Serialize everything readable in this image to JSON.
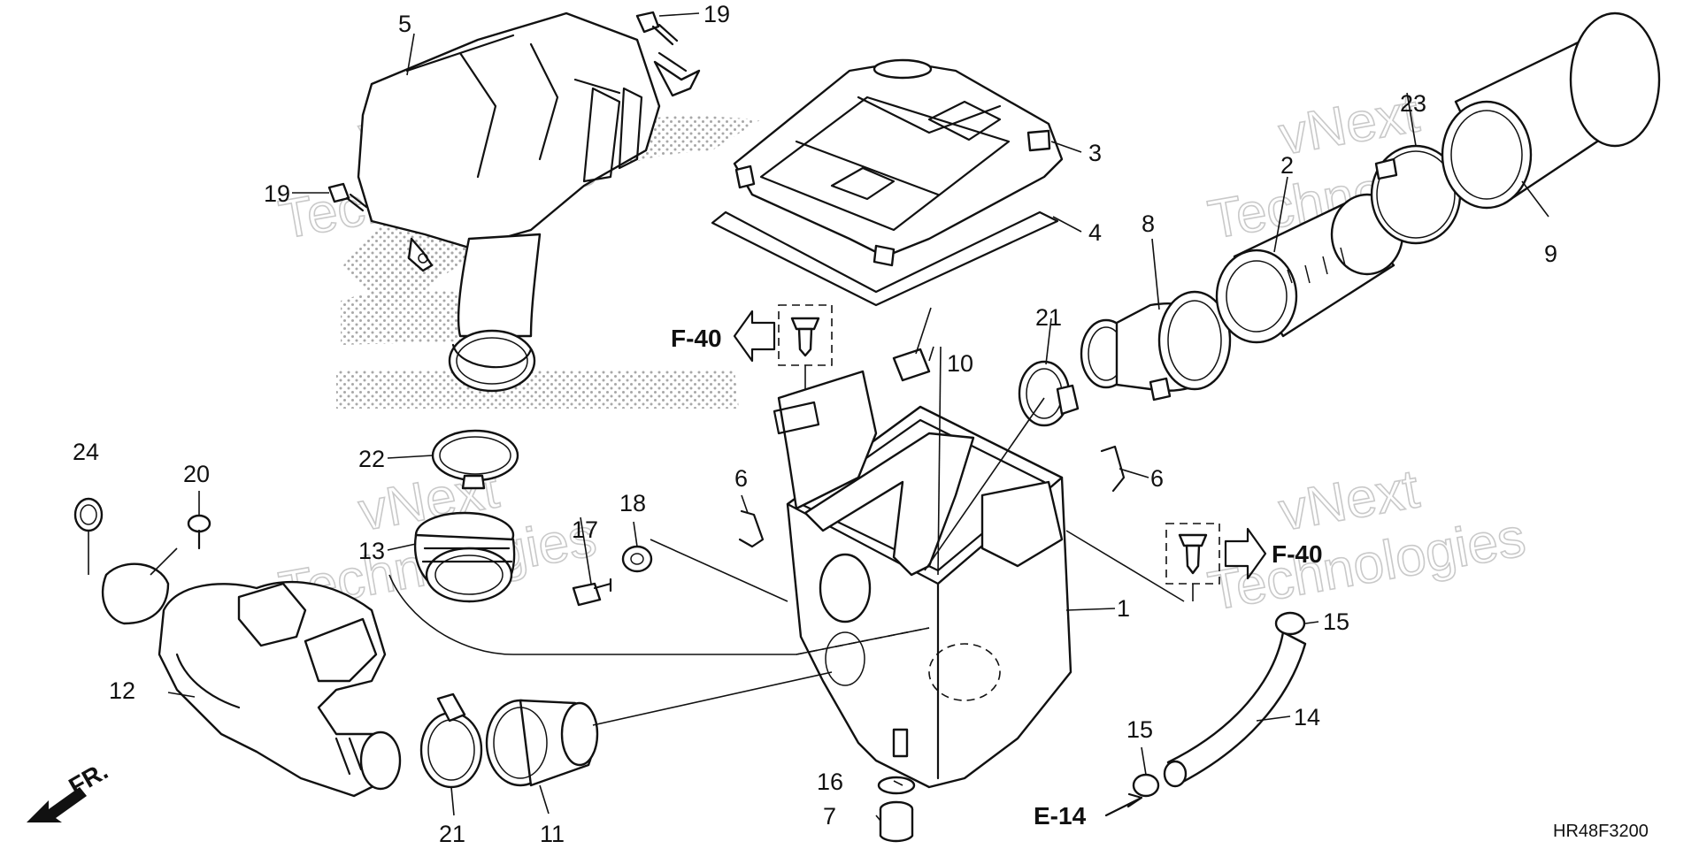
{
  "diagram_code": "HR48F3200",
  "watermarks": [
    {
      "line1": "vNext",
      "line2": "Technologies"
    },
    {
      "line1": "vNext",
      "line2": "Technologies"
    },
    {
      "line1": "vNext",
      "line2": "Technologies"
    },
    {
      "line1": "vNext",
      "line2": "Technologies"
    }
  ],
  "references": {
    "f40_left": "F-40",
    "f40_right": "F-40",
    "e14": "E-14",
    "front": "FR."
  },
  "callouts": {
    "c1": "1",
    "c2": "2",
    "c3": "3",
    "c4": "4",
    "c5": "5",
    "c6a": "6",
    "c6b": "6",
    "c7": "7",
    "c8": "8",
    "c9": "9",
    "c10": "10",
    "c11": "11",
    "c12": "12",
    "c13": "13",
    "c14": "14",
    "c15a": "15",
    "c15b": "15",
    "c16": "16",
    "c17": "17",
    "c18": "18",
    "c19a": "19",
    "c19b": "19",
    "c20": "20",
    "c21a": "21",
    "c21b": "21",
    "c22": "22",
    "c23": "23",
    "c24": "24"
  },
  "colors": {
    "line": "#111111",
    "watermark": "#c9c9c9",
    "dots": "#b0b0b0"
  }
}
